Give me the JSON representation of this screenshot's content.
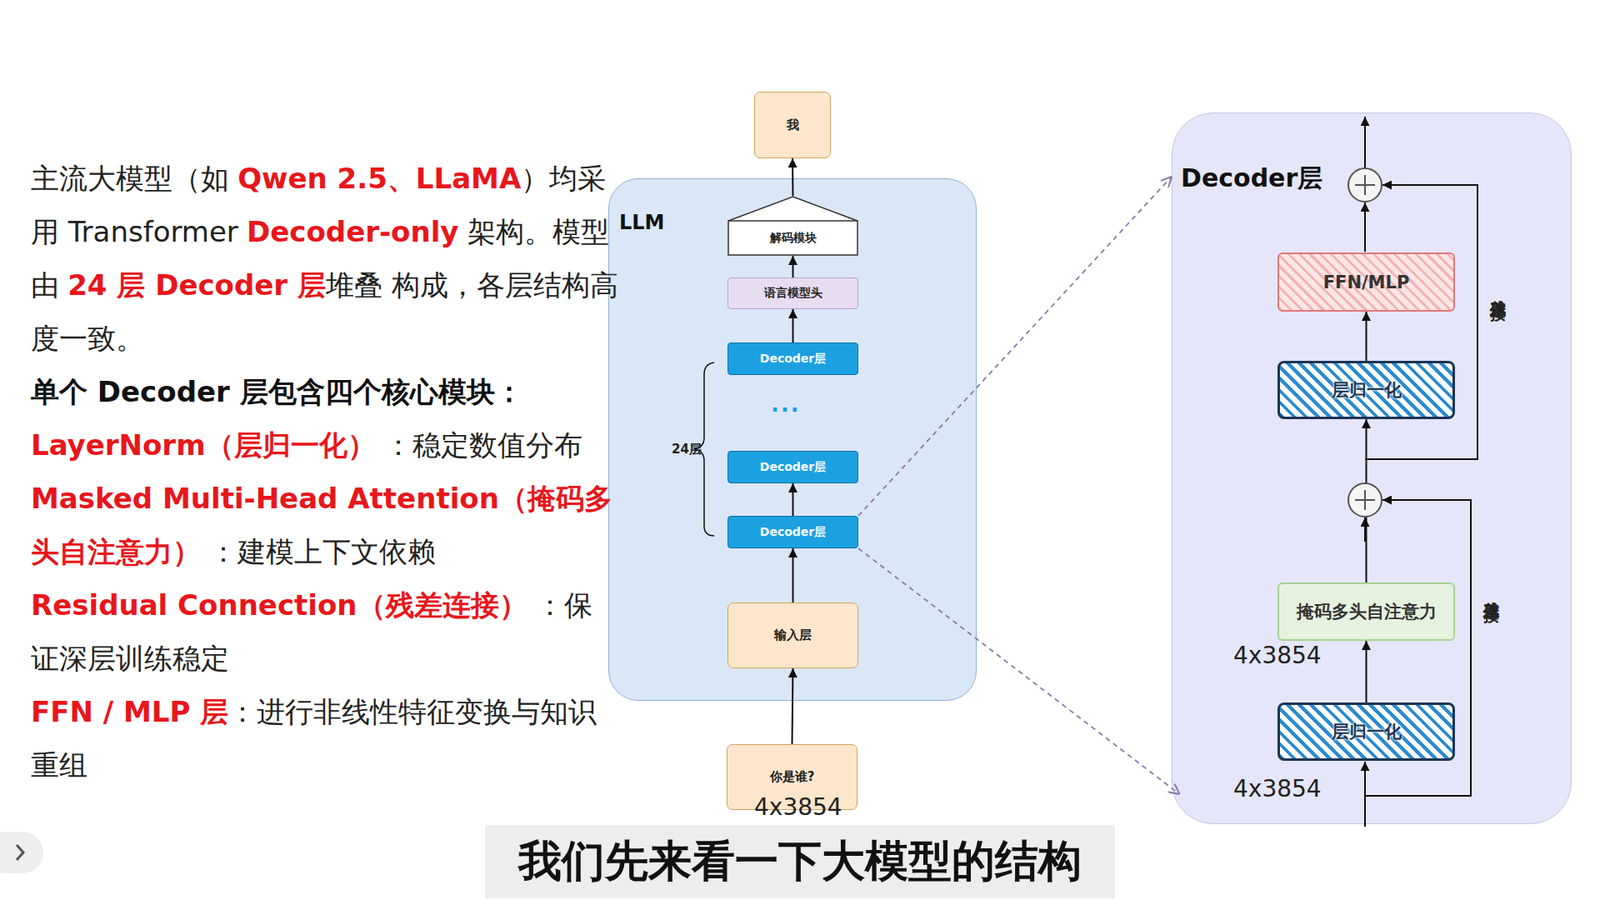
{
  "diagram": {
    "caption": "我们先来看一下大模型的结构",
    "nodes": [
      {
        "text": [
          "我"
        ]
      },
      {
        "text": [
          "LLM"
        ]
      },
      {
        "text": [
          "解码模块"
        ],
        "in": 1
      },
      {
        "text": [
          "语言模型头"
        ],
        "in": 1
      },
      {
        "text": [
          "Decoder层"
        ],
        "in": 1
      },
      {
        "text": [
          "Decoder层"
        ],
        "in": 1
      },
      {
        "text": [
          "Decoder层"
        ],
        "in": 1
      },
      {
        "text": [
          "输入层"
        ],
        "in": 1
      },
      {
        "text": [
          "你是谁?"
        ]
      },
      {
        "text": [
          "Decoder层"
        ]
      },
      {
        "text": [
          "FFN/MLP"
        ],
        "in": 9
      },
      {
        "text": [
          "层归一化"
        ],
        "in": 9
      },
      {
        "text": [
          "掩码多头自注意力"
        ],
        "in": 9
      },
      {
        "text": [
          "层归一化"
        ],
        "in": 9
      }
    ],
    "edges": [
      {
        "from": 8,
        "to": 7,
        "arrow": "to"
      },
      {
        "from": 7,
        "to": 6,
        "arrow": "to"
      },
      {
        "from": 6,
        "to": 5,
        "arrow": "to"
      },
      {
        "from": 4,
        "to": 3,
        "arrow": "to"
      },
      {
        "from": 3,
        "to": 2,
        "arrow": "to"
      },
      {
        "from": 2,
        "to": 0,
        "arrow": "to"
      },
      {
        "from": 6,
        "to": 9,
        "arrow": "to"
      },
      {
        "from": 6,
        "to": 9,
        "arrow": "to"
      },
      {
        "from": 13,
        "to": 12,
        "arrow": "to"
      },
      {
        "from": 12,
        "to": 11,
        "arrow": "to"
      },
      {
        "from": 11,
        "to": 10,
        "arrow": "to"
      }
    ],
    "labels": [
      "主流大模型（如",
      "Qwen 2.5、LLaMA",
      "）均采用 Transformer",
      "Decoder-only",
      "架构。模型由",
      "24 层 Decoder 层",
      "堆叠 构成，各层结构高度一致。",
      "单个 Decoder 层包含四个核心模块：",
      "LayerNorm（层归一化）",
      "：稳定数值分布",
      "Masked Multi-Head Attention（掩码多头自注意力）",
      "：建模上下文依赖",
      "Residual Connection（残差连接）",
      "：保证深层训练稳定",
      "FFN / MLP 层",
      "：进行非线性特征变换与知识重组",
      "24层",
      "...",
      "4x3854",
      "残差连接",
      "残差连接",
      "4x3854",
      "4x3854"
    ]
  }
}
